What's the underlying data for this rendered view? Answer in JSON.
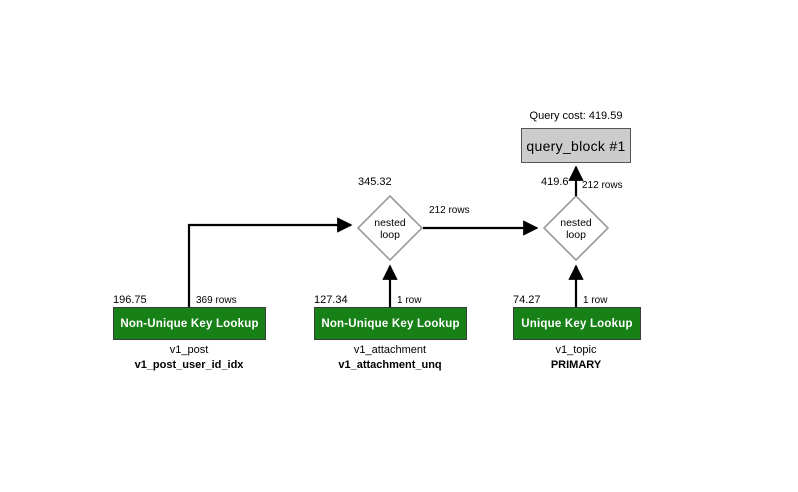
{
  "diagram": {
    "title_label": "Query cost: 419.59",
    "query_block": {
      "label": "query_block #1",
      "cost_label": "Query cost: 419.59"
    },
    "nodes": [
      {
        "id": "nested-loop-1",
        "type": "nested-loop",
        "line1": "nested",
        "line2": "loop",
        "cost": "345.32",
        "rows_out": "212 rows"
      },
      {
        "id": "nested-loop-2",
        "type": "nested-loop",
        "line1": "nested",
        "line2": "loop",
        "cost": "419.6",
        "rows_out": "212 rows"
      }
    ],
    "lookups": [
      {
        "id": "lookup-v1-post",
        "title": "Non-Unique Key Lookup",
        "cost": "196.75",
        "rows": "369 rows",
        "table": "v1_post",
        "index": "v1_post_user_id_idx"
      },
      {
        "id": "lookup-v1-attachment",
        "title": "Non-Unique Key Lookup",
        "cost": "127.34",
        "rows": "1 row",
        "table": "v1_attachment",
        "index": "v1_attachment_unq"
      },
      {
        "id": "lookup-v1-topic",
        "title": "Unique Key Lookup",
        "cost": "74.27",
        "rows": "1 row",
        "table": "v1_topic",
        "index": "PRIMARY"
      }
    ],
    "colors": {
      "lookup_fill": "#178017",
      "lookup_border": "#3b3b3b",
      "lookup_text": "#ffffff",
      "query_block_fill": "#cccccc",
      "query_block_border": "#555555",
      "diamond_stroke": "#9a9a9a",
      "edge_stroke": "#000000",
      "background": "#ffffff"
    }
  }
}
